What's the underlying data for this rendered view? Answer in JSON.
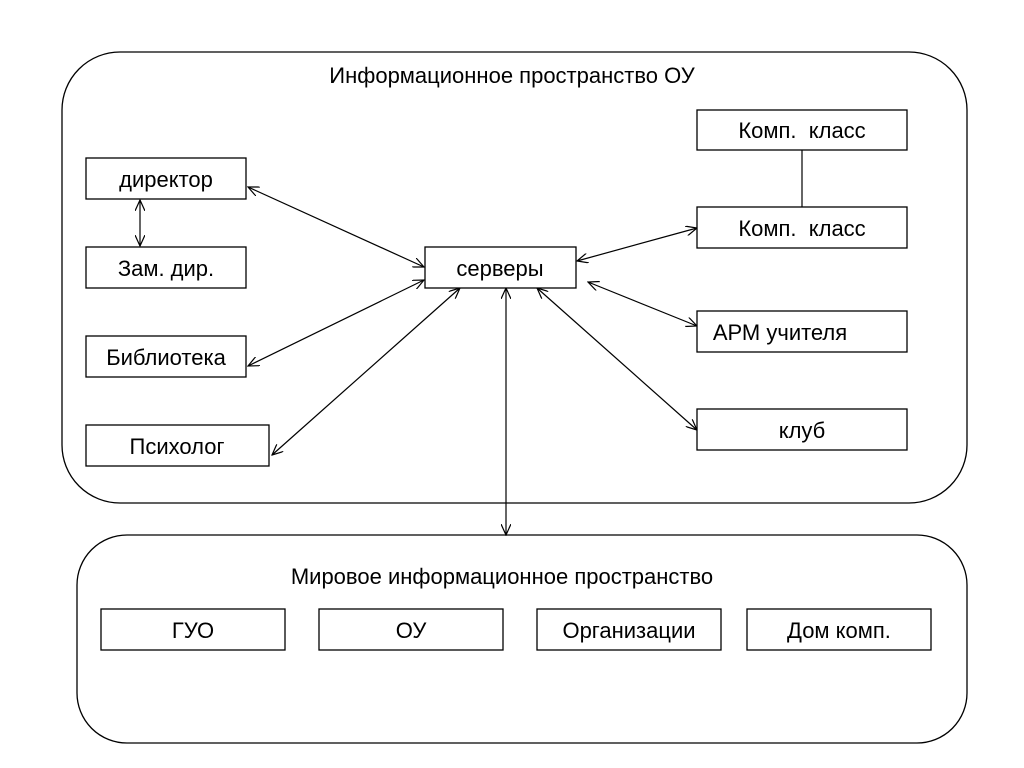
{
  "top_region": {
    "title": "Информационное пространство ОУ",
    "nodes": {
      "director": "директор",
      "deputy": "Зам. дир.",
      "library": "Библиотека",
      "psychologist": "Психолог",
      "servers": "серверы",
      "comp_class_1": "Комп.  класс",
      "comp_class_2": "Комп.  класс",
      "teacher_ws": "АРМ учителя",
      "club": "клуб"
    }
  },
  "bottom_region": {
    "title": "Мировое информационное пространство",
    "nodes": {
      "guo": "ГУО",
      "ou": "ОУ",
      "organizations": "Организации",
      "home_comp": "Дом комп."
    }
  },
  "colors": {
    "stroke": "#000000",
    "background": "#ffffff"
  }
}
